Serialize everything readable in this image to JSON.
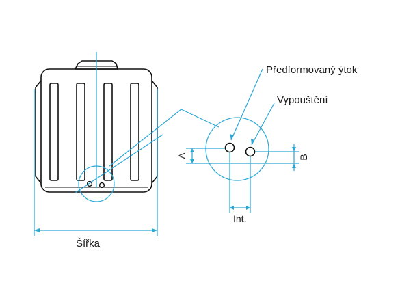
{
  "labels": {
    "inlet": "Předformovaný ýtok",
    "outlet": "Vypouštění",
    "width": "Šířka",
    "dim_a": "A",
    "dim_b": "B",
    "interval": "Int."
  },
  "colors": {
    "outline": "#111111",
    "dimension": "#2aa7d6",
    "text": "#1a1a1a"
  }
}
